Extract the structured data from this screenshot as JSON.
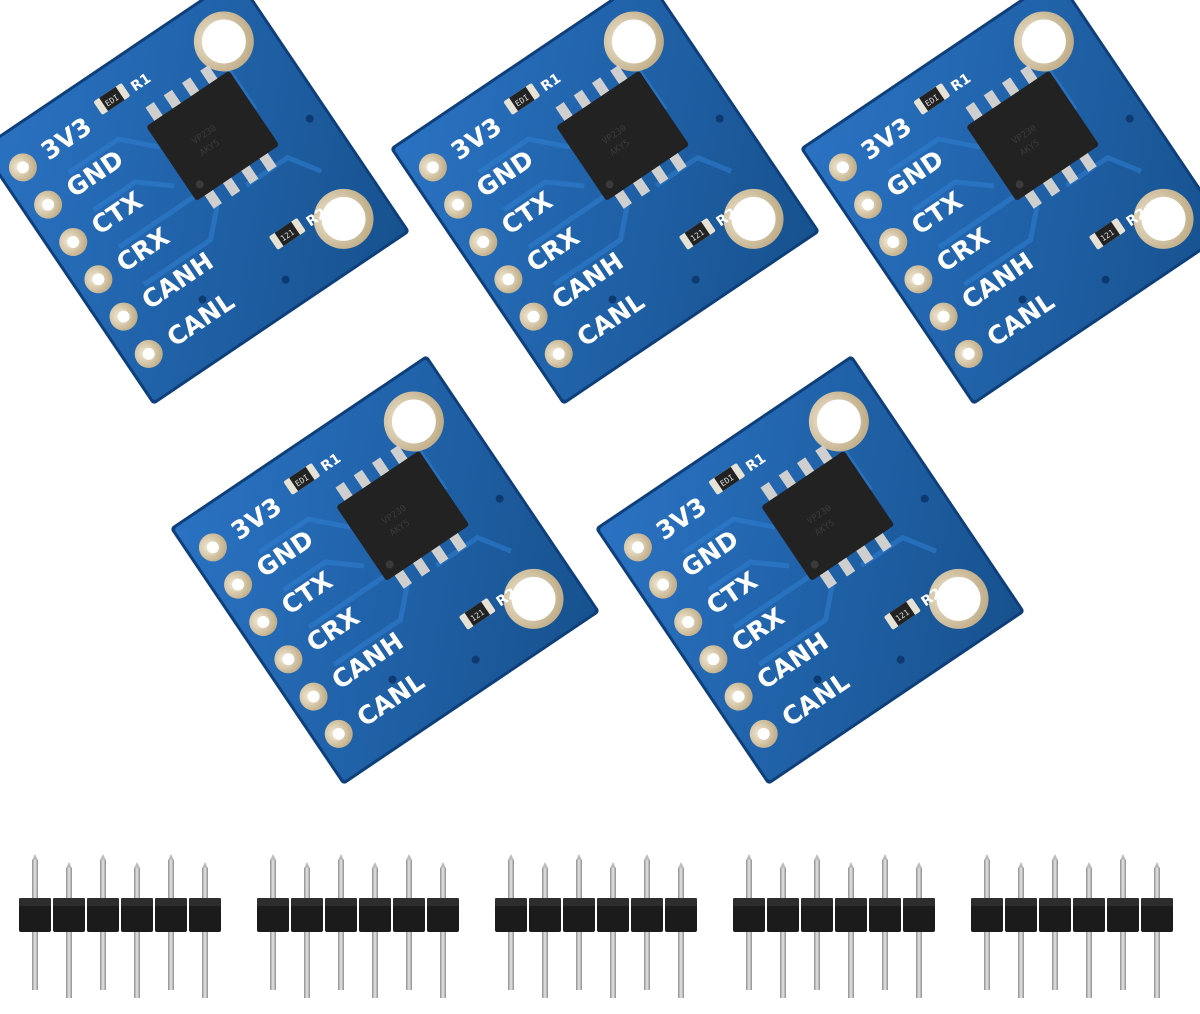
{
  "product": {
    "board_count": 5,
    "header_count": 5,
    "pins_per_header": 6
  },
  "board": {
    "pin_labels": [
      "3V3",
      "GND",
      "CTX",
      "CRX",
      "CANH",
      "CANL"
    ],
    "resistor_1": "R1",
    "resistor_2": "R2",
    "resistor_1_code": "EDI",
    "resistor_2_code": "121",
    "chip_marking_1": "VP230",
    "chip_marking_2": "AKY5"
  },
  "colors": {
    "background": "#ffffff",
    "pcb": "#1d5fa8",
    "pcb_edge": "#0e3f7a",
    "silkscreen": "#ffffff",
    "pad": "#d8c9a6",
    "chip": "#222222",
    "header_plastic": "#1b1b1b",
    "header_pin": "#b8b8b8"
  }
}
